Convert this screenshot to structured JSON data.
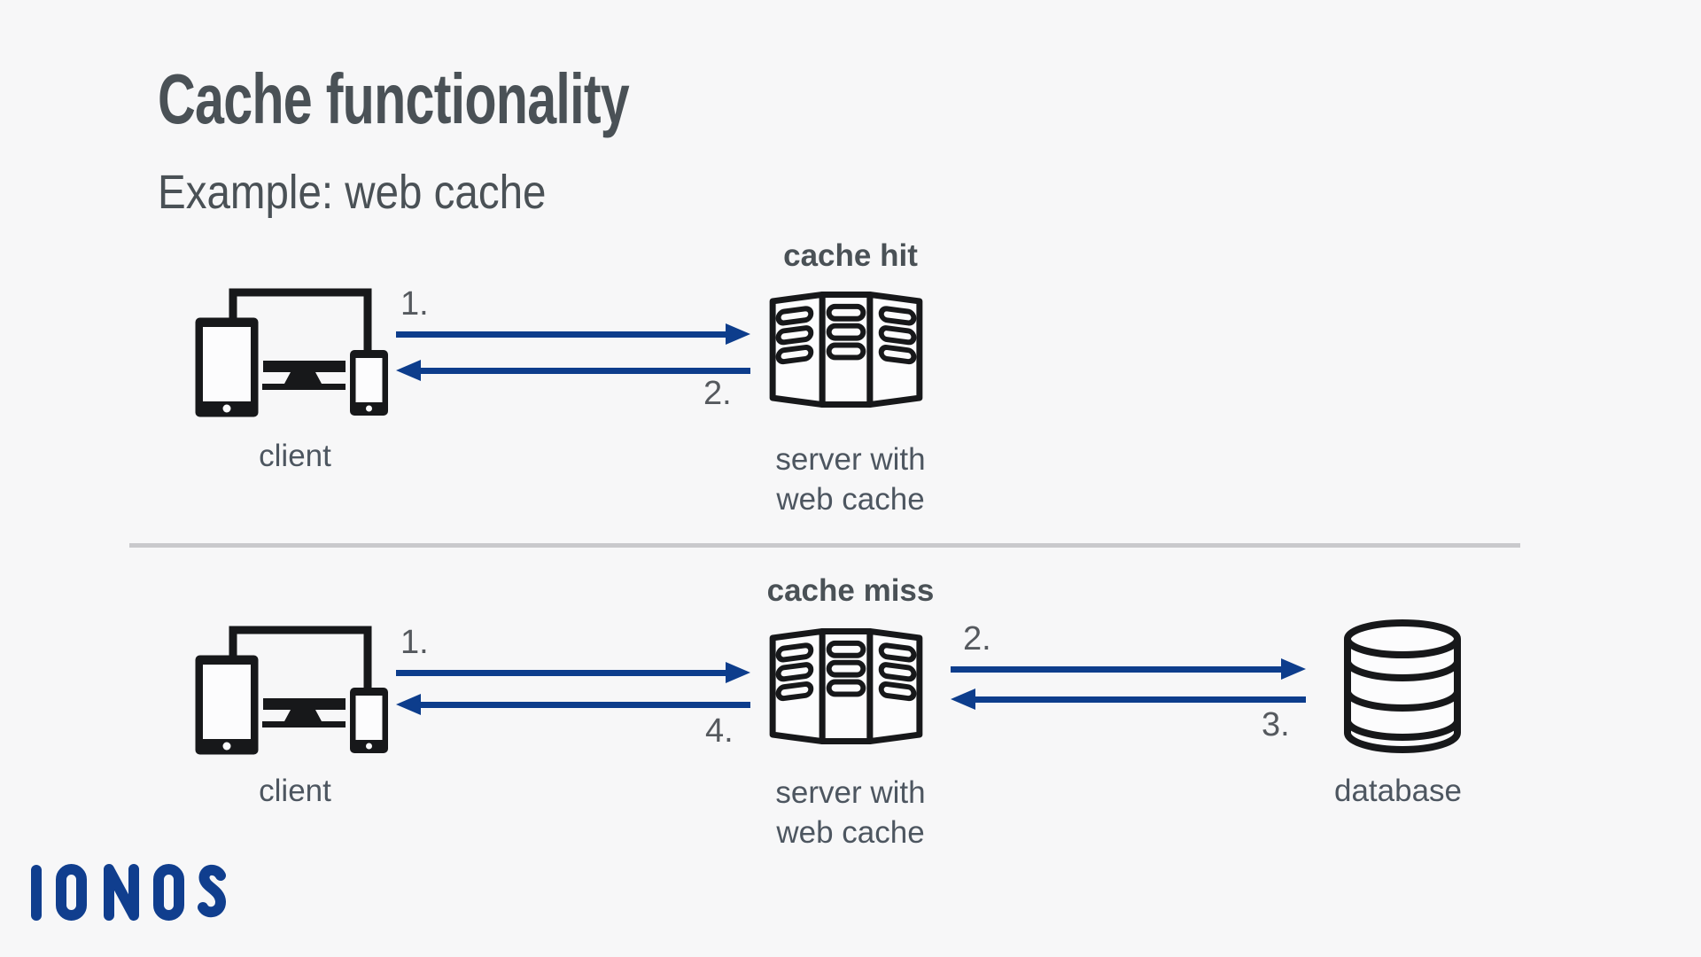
{
  "page": {
    "title": "Cache functionality",
    "subtitle": "Example: web cache"
  },
  "colors": {
    "accent_blue": "#0d3d8c",
    "logo_blue": "#103e8e",
    "icon_ink": "#17181a",
    "heading_gray": "#4a5156",
    "label_gray": "#4d5660",
    "step_gray": "#55595e",
    "divider_gray": "#c9c9cc",
    "background": "#f7f7f8"
  },
  "diagram": {
    "cache_hit": {
      "caption": "cache hit",
      "client_label": "client",
      "server_label_line1": "server with",
      "server_label_line2": "web cache",
      "step_request": "1.",
      "step_response": "2."
    },
    "cache_miss": {
      "caption": "cache miss",
      "client_label": "client",
      "server_label_line1": "server with",
      "server_label_line2": "web cache",
      "database_label": "database",
      "step_request": "1.",
      "step_server_to_db": "2.",
      "step_db_to_server": "3.",
      "step_response": "4."
    }
  },
  "logo": {
    "text": "IONOS"
  }
}
